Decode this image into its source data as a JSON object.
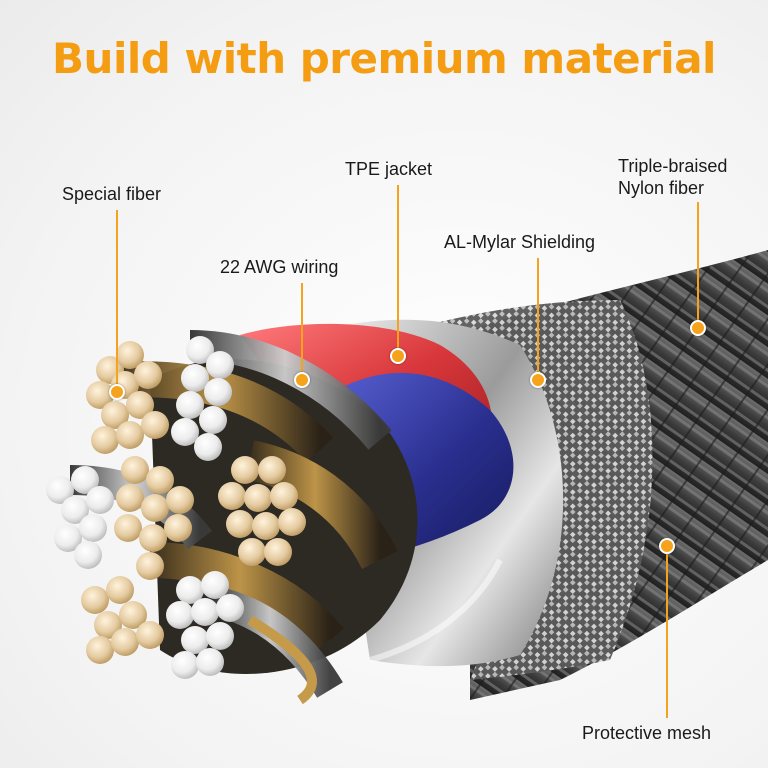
{
  "title": "Build with premium material",
  "colors": {
    "title": "#f59d12",
    "leader": "#f5a31c",
    "tpe_jacket": "#d8373a",
    "inner_jacket": "#2a2f8f",
    "gold_wire": "#c59a4a",
    "silver_wire": "#d8d8d8"
  },
  "callouts": {
    "special_fiber": "Special fiber",
    "tpe_jacket": "TPE jacket",
    "triple_braised": [
      "Triple-braised",
      "Nylon fiber"
    ],
    "al_mylar": "AL-Mylar Shielding",
    "awg_wiring": "22 AWG wiring",
    "protective_mesh": "Protective mesh"
  }
}
